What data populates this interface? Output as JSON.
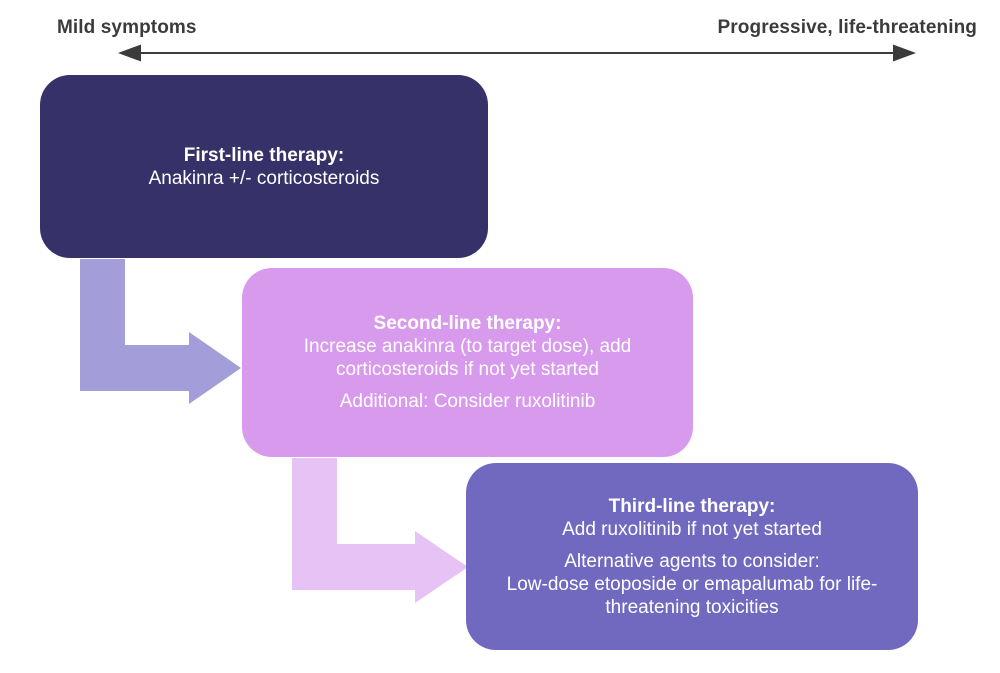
{
  "axis": {
    "left_label": "Mild symptoms",
    "right_label": "Progressive, life-threatening",
    "color": "#3b3b3b"
  },
  "boxes": [
    {
      "title": "First-line therapy:",
      "paragraphs": [
        [
          "Anakinra +/- corticosteroids"
        ]
      ],
      "bg": "#363169",
      "text_color": "#ffffff"
    },
    {
      "title": "Second-line therapy:",
      "paragraphs": [
        [
          "Increase anakinra (to target dose), add corticosteroids if not yet started"
        ],
        [
          "Additional: Consider ruxolitinib"
        ]
      ],
      "bg": "#d89aec",
      "text_color": "#ffffff"
    },
    {
      "title": "Third-line therapy:",
      "paragraphs": [
        [
          "Add ruxolitinib if not yet started"
        ],
        [
          "Alternative agents to consider:",
          "Low-dose etoposide or emapalumab for life-threatening toxicities"
        ]
      ],
      "bg": "#7069bf",
      "text_color": "#ffffff"
    }
  ],
  "arrows": {
    "step1_color": "#a39dd9",
    "step2_color": "#e6c3f4"
  }
}
